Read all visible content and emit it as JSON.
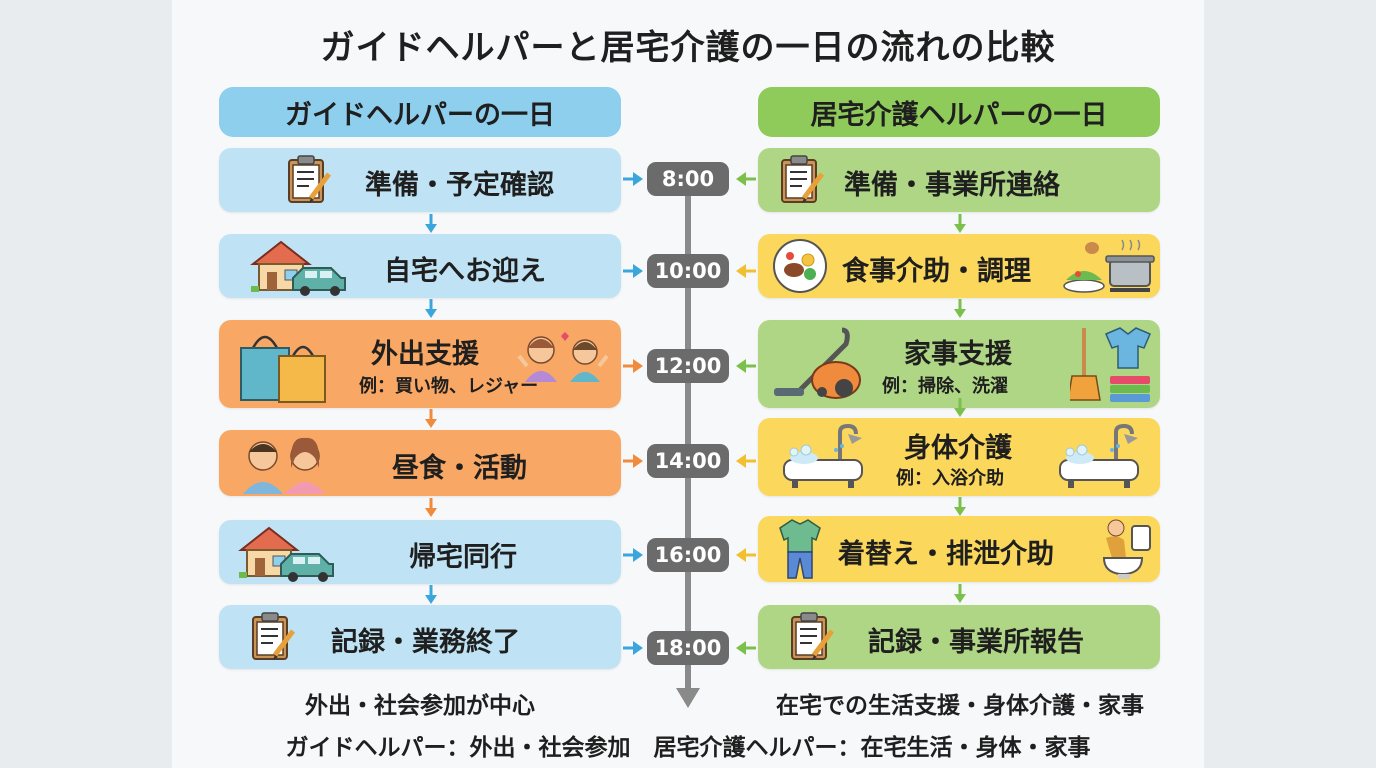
{
  "title": "ガイドヘルパーと居宅介護の一日の流れの比較",
  "left": {
    "heading": "ガイドヘルパーの一日",
    "items": [
      {
        "label": "準備・予定確認",
        "icon": "clipboard-icon"
      },
      {
        "label": "自宅へお迎え",
        "icon": "house-car-icon"
      },
      {
        "label": "外出支援",
        "sub": "例：買い物、レジャー",
        "icon": "shopping-bags-icon"
      },
      {
        "label": "昼食・活動",
        "icon": "two-people-icon"
      },
      {
        "label": "帰宅同行",
        "icon": "house-car-icon"
      },
      {
        "label": "記録・業務終了",
        "icon": "clipboard-icon"
      }
    ],
    "summary": "外出・社会参加が中心"
  },
  "right": {
    "heading": "居宅介護ヘルパーの一日",
    "items": [
      {
        "label": "準備・事業所連絡",
        "icon": "clipboard-icon"
      },
      {
        "label": "食事介助・調理",
        "icon": "meal-pot-icon"
      },
      {
        "label": "家事支援",
        "sub": "例：掃除、洗濯",
        "icon": "vacuum-icon"
      },
      {
        "label": "身体介護",
        "sub": "例：入浴介助",
        "icon": "bathtub-icon"
      },
      {
        "label": "着替え・排泄介助",
        "icon": "clothes-toilet-icon"
      },
      {
        "label": "記録・事業所報告",
        "icon": "clipboard-icon"
      }
    ],
    "summary": "在宅での生活支援・身体介護・家事"
  },
  "times": [
    "8:00",
    "10:00",
    "12:00",
    "14:00",
    "16:00",
    "18:00"
  ],
  "footer": "ガイドヘルパー：外出・社会参加　居宅介護ヘルパー：在宅生活・身体・家事",
  "colors": {
    "blue_card": "#bfe3f4",
    "orange_card": "#f8a864",
    "green_card": "#aed685",
    "yellow_card": "#fbd75c",
    "blue_head": "#8fcfee",
    "green_head": "#8fcb5a",
    "time_badge": "#6b6b6b"
  }
}
